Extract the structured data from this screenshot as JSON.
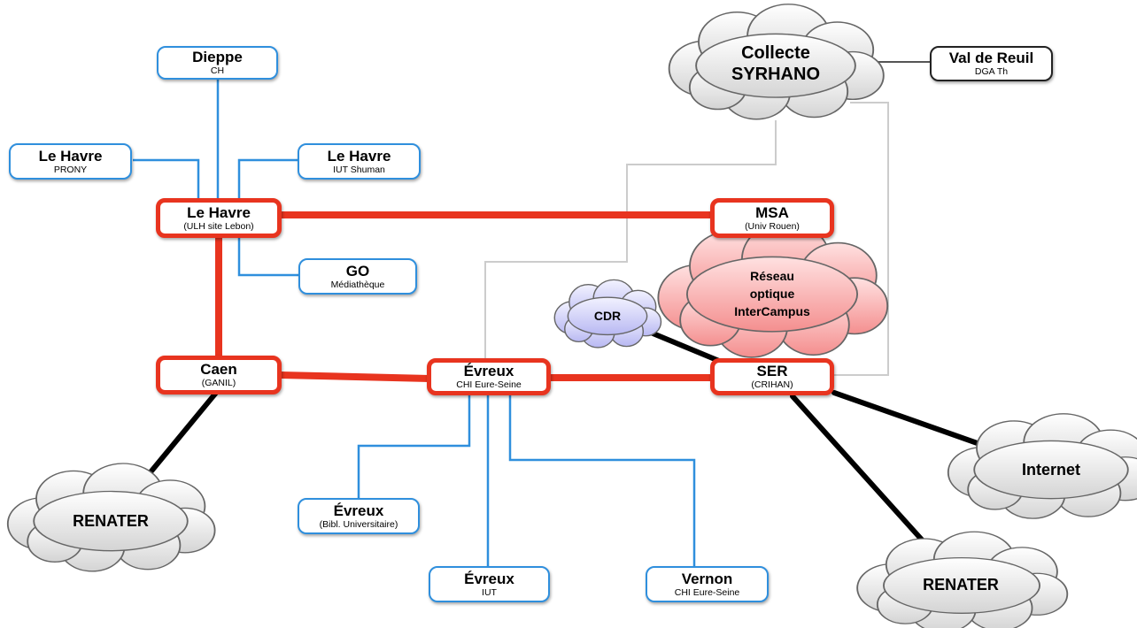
{
  "nodes": {
    "dieppe": {
      "title": "Dieppe",
      "sub": "CH"
    },
    "lh_prony": {
      "title": "Le Havre",
      "sub": "PRONY"
    },
    "lh_iut": {
      "title": "Le Havre",
      "sub": "IUT Shuman"
    },
    "lh_ulh": {
      "title": "Le Havre",
      "sub": "(ULH site Lebon)"
    },
    "go": {
      "title": "GO",
      "sub": "Médiathèque"
    },
    "msa": {
      "title": "MSA",
      "sub": "(Univ Rouen)"
    },
    "caen": {
      "title": "Caen",
      "sub": "(GANIL)"
    },
    "evreux_chi": {
      "title": "Évreux",
      "sub": "CHI Eure-Seine"
    },
    "ser": {
      "title": "SER",
      "sub": "(CRIHAN)"
    },
    "evreux_bibl": {
      "title": "Évreux",
      "sub": "(Bibl. Universitaire)"
    },
    "evreux_iut": {
      "title": "Évreux",
      "sub": "IUT"
    },
    "vernon": {
      "title": "Vernon",
      "sub": "CHI Eure-Seine"
    },
    "val_de_reuil": {
      "title": "Val de Reuil",
      "sub": "DGA Th"
    }
  },
  "clouds": {
    "syrhano": {
      "line1": "Collecte",
      "line2": "SYRHANO"
    },
    "intercampus": {
      "line1": "Réseau",
      "line2": "optique",
      "line3": "InterCampus"
    },
    "cdr": {
      "label": "CDR"
    },
    "internet": {
      "label": "Internet"
    },
    "renater_left": {
      "label": "RENATER"
    },
    "renater_right": {
      "label": "RENATER"
    }
  },
  "colors": {
    "backbone": "#e8341f",
    "access": "#2f8fdd",
    "upstream": "#000000",
    "syrhano_link": "#cccccc",
    "cloud_gray": "#e4e4e4",
    "cloud_pink": "#f7a9a9",
    "cloud_lavender": "#c9c9f7"
  }
}
